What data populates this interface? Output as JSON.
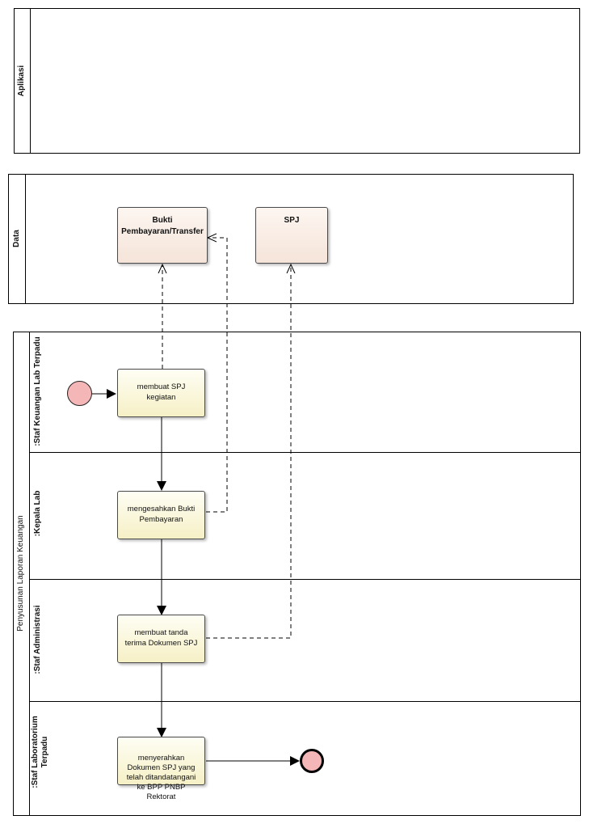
{
  "pools": {
    "aplikasi": "Aplikasi",
    "data": "Data",
    "main": "Penyusunan Laporan Keuangan"
  },
  "lanes": {
    "lane1": ":Staf Keuangan Lab Terpadu",
    "lane2": ":Kepala Lab",
    "lane3": ":Staf Administrasi",
    "lane4_line1": ":Staf Laboratorium",
    "lane4_line2": "Terpadu"
  },
  "data_objects": {
    "bukti_line1": "Bukti",
    "bukti_line2": "Pembayaran/Transfer",
    "spj": "SPJ"
  },
  "tasks": {
    "t1_line1": "membuat SPJ",
    "t1_line2": "kegiatan",
    "t2_line1": "mengesahkan Bukti",
    "t2_line2": "Pembayaran",
    "t3_line1": "membuat tanda",
    "t3_line2": "terima Dokumen SPJ",
    "t4_line1": "menyerahkan",
    "t4_line2": "Dokumen SPJ yang",
    "t4_line3": "telah ditandatangani",
    "t4_line4": "ke BPP PNBP",
    "t4_line5": "Rektorat"
  },
  "colors": {
    "task_fill": "#f6f0c6",
    "data_fill": "#f5e4d9",
    "event_fill": "#f4b6b6"
  }
}
